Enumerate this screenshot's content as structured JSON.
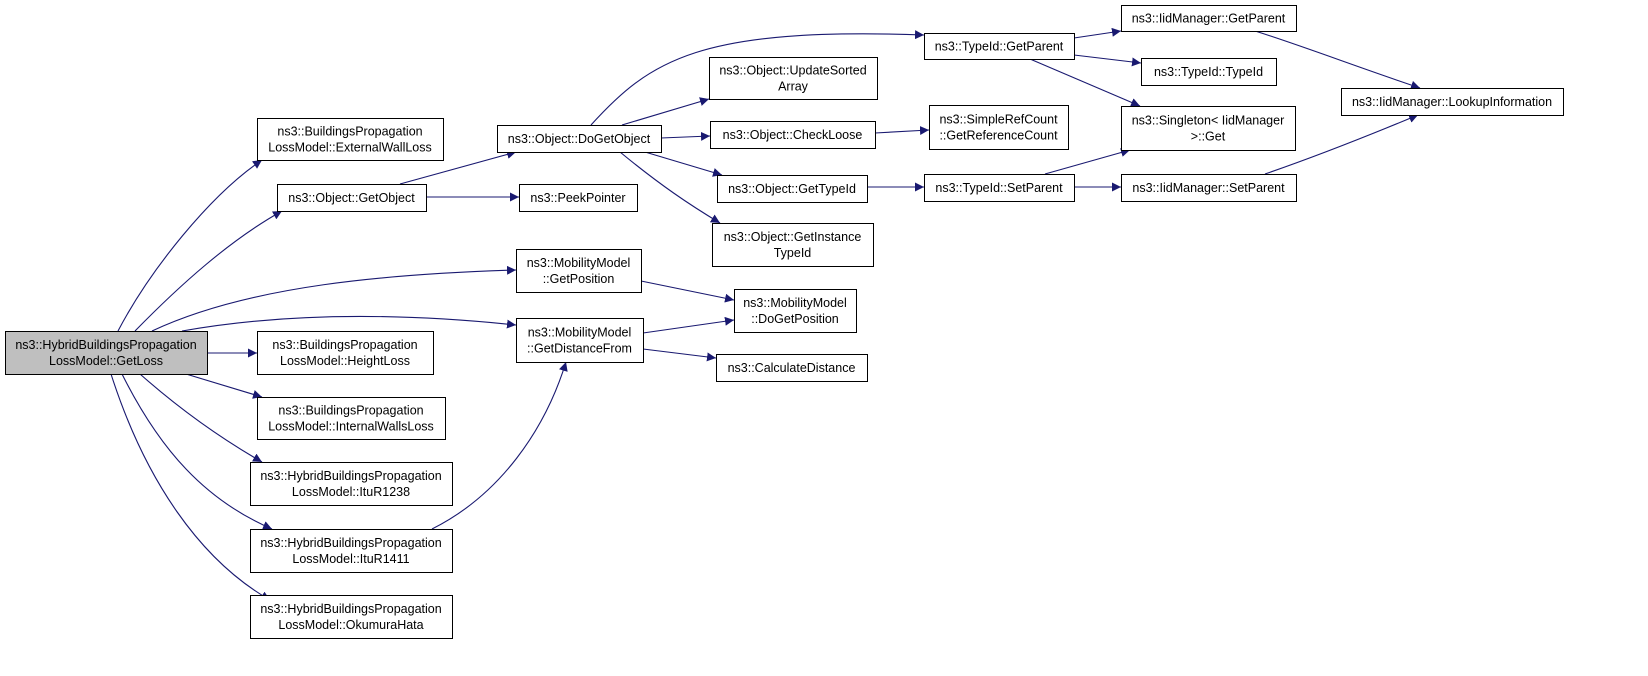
{
  "colors": {
    "edge": "#191970",
    "node_fill": "#ffffff",
    "root_fill": "#bfbfbf",
    "border": "#000000"
  },
  "nodes": [
    {
      "id": "root",
      "lines": [
        "ns3::HybridBuildingsPropagation",
        "LossModel::GetLoss"
      ]
    },
    {
      "id": "extwall",
      "lines": [
        "ns3::BuildingsPropagation",
        "LossModel::ExternalWallLoss"
      ]
    },
    {
      "id": "getobject",
      "lines": [
        "ns3::Object::GetObject"
      ]
    },
    {
      "id": "peekpointer",
      "lines": [
        "ns3::PeekPointer"
      ]
    },
    {
      "id": "dogetobject",
      "lines": [
        "ns3::Object::DoGetObject"
      ]
    },
    {
      "id": "updatesorted",
      "lines": [
        "ns3::Object::UpdateSorted",
        "Array"
      ]
    },
    {
      "id": "checkloose",
      "lines": [
        "ns3::Object::CheckLoose"
      ]
    },
    {
      "id": "gettypeid",
      "lines": [
        "ns3::Object::GetTypeId"
      ]
    },
    {
      "id": "getinstancetypeid",
      "lines": [
        "ns3::Object::GetInstance",
        "TypeId"
      ]
    },
    {
      "id": "simplerefcount",
      "lines": [
        "ns3::SimpleRefCount",
        "::GetReferenceCount"
      ]
    },
    {
      "id": "typeid_getparent",
      "lines": [
        "ns3::TypeId::GetParent"
      ]
    },
    {
      "id": "typeid_setparent",
      "lines": [
        "ns3::TypeId::SetParent"
      ]
    },
    {
      "id": "typeid_typeid",
      "lines": [
        "ns3::TypeId::TypeId"
      ]
    },
    {
      "id": "singleton",
      "lines": [
        "ns3::Singleton< IidManager",
        ">::Get"
      ]
    },
    {
      "id": "iid_getparent",
      "lines": [
        "ns3::IidManager::GetParent"
      ]
    },
    {
      "id": "iid_setparent",
      "lines": [
        "ns3::IidManager::SetParent"
      ]
    },
    {
      "id": "iid_lookup",
      "lines": [
        "ns3::IidManager::LookupInformation"
      ]
    },
    {
      "id": "mm_getposition",
      "lines": [
        "ns3::MobilityModel",
        "::GetPosition"
      ]
    },
    {
      "id": "mm_getdistance",
      "lines": [
        "ns3::MobilityModel",
        "::GetDistanceFrom"
      ]
    },
    {
      "id": "mm_dogetposition",
      "lines": [
        "ns3::MobilityModel",
        "::DoGetPosition"
      ]
    },
    {
      "id": "calcdistance",
      "lines": [
        "ns3::CalculateDistance"
      ]
    },
    {
      "id": "heightloss",
      "lines": [
        "ns3::BuildingsPropagation",
        "LossModel::HeightLoss"
      ]
    },
    {
      "id": "internalwalls",
      "lines": [
        "ns3::BuildingsPropagation",
        "LossModel::InternalWallsLoss"
      ]
    },
    {
      "id": "itur1238",
      "lines": [
        "ns3::HybridBuildingsPropagation",
        "LossModel::ItuR1238"
      ]
    },
    {
      "id": "itur1411",
      "lines": [
        "ns3::HybridBuildingsPropagation",
        "LossModel::ItuR1411"
      ]
    },
    {
      "id": "okumura",
      "lines": [
        "ns3::HybridBuildingsPropagation",
        "LossModel::OkumuraHata"
      ]
    }
  ],
  "edges": [
    [
      "root",
      "extwall"
    ],
    [
      "root",
      "getobject"
    ],
    [
      "root",
      "mm_getposition"
    ],
    [
      "root",
      "mm_getdistance"
    ],
    [
      "root",
      "heightloss"
    ],
    [
      "root",
      "internalwalls"
    ],
    [
      "root",
      "itur1238"
    ],
    [
      "root",
      "itur1411"
    ],
    [
      "root",
      "okumura"
    ],
    [
      "getobject",
      "dogetobject"
    ],
    [
      "getobject",
      "peekpointer"
    ],
    [
      "dogetobject",
      "typeid_getparent"
    ],
    [
      "dogetobject",
      "updatesorted"
    ],
    [
      "dogetobject",
      "checkloose"
    ],
    [
      "dogetobject",
      "gettypeid"
    ],
    [
      "dogetobject",
      "getinstancetypeid"
    ],
    [
      "checkloose",
      "simplerefcount"
    ],
    [
      "gettypeid",
      "typeid_setparent"
    ],
    [
      "typeid_getparent",
      "iid_getparent"
    ],
    [
      "typeid_getparent",
      "typeid_typeid"
    ],
    [
      "typeid_getparent",
      "singleton"
    ],
    [
      "typeid_setparent",
      "singleton"
    ],
    [
      "typeid_setparent",
      "iid_setparent"
    ],
    [
      "iid_getparent",
      "iid_lookup"
    ],
    [
      "iid_setparent",
      "iid_lookup"
    ],
    [
      "mm_getposition",
      "mm_dogetposition"
    ],
    [
      "mm_getdistance",
      "mm_dogetposition"
    ],
    [
      "mm_getdistance",
      "calcdistance"
    ],
    [
      "itur1411",
      "mm_getdistance"
    ]
  ]
}
